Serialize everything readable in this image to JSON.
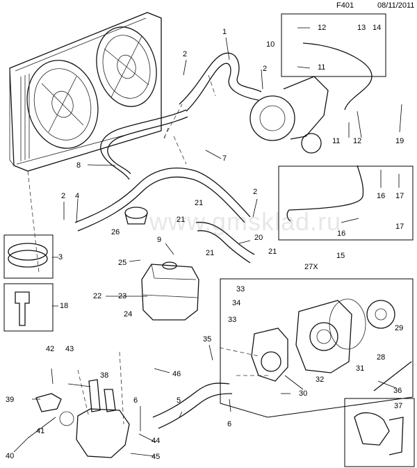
{
  "header": {
    "figure_id": "F401",
    "date": "08/11/2011"
  },
  "watermark": "www.gmsklad.ru",
  "callouts": {
    "c1": "1",
    "c2a": "2",
    "c2b": "2",
    "c2c": "2",
    "c2d": "2",
    "c3": "3",
    "c4": "4",
    "c5": "5",
    "c6a": "6",
    "c6b": "6",
    "c7": "7",
    "c8": "8",
    "c9": "9",
    "c10": "10",
    "c11a": "11",
    "c11b": "11",
    "c12a": "12",
    "c12b": "12",
    "c13": "13",
    "c14": "14",
    "c15": "15",
    "c16a": "16",
    "c16b": "16",
    "c17a": "17",
    "c17b": "17",
    "c18": "18",
    "c19": "19",
    "c20": "20",
    "c21a": "21",
    "c21b": "21",
    "c21c": "21",
    "c21d": "21",
    "c22": "22",
    "c23": "23",
    "c24": "24",
    "c25": "25",
    "c26": "26",
    "c27": "27X",
    "c28": "28",
    "c29": "29",
    "c30": "30",
    "c31": "31",
    "c32": "32",
    "c33a": "33",
    "c33b": "33",
    "c34": "34",
    "c35": "35",
    "c36": "36",
    "c37": "37",
    "c38": "38",
    "c39": "39",
    "c40": "40",
    "c41": "41",
    "c42": "42",
    "c43": "43",
    "c44": "44",
    "c45": "45",
    "c46": "46"
  }
}
